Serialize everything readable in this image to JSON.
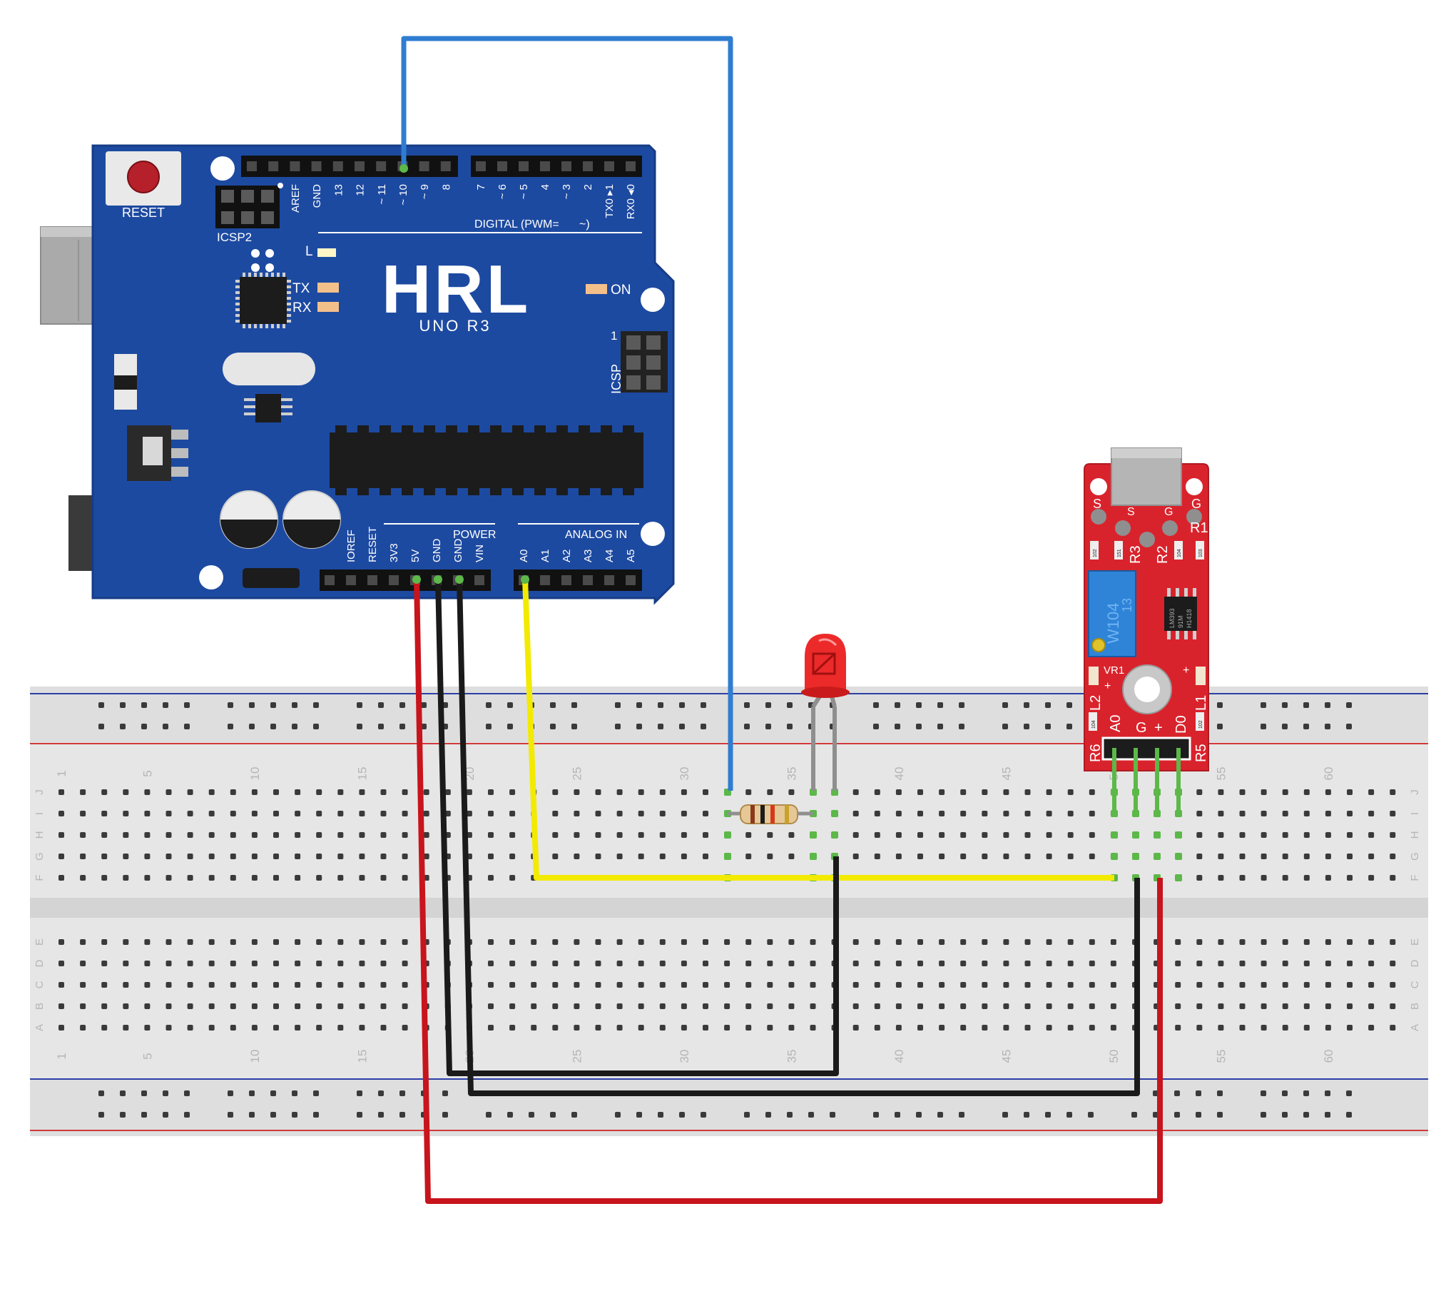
{
  "arduino": {
    "reset_label": "RESET",
    "icsp2_label": "ICSP2",
    "icsp_label": "ICSP",
    "icsp_pin1": "1",
    "digital_label": "DIGITAL (PWM=",
    "digital_tilde": "~)",
    "power_label": "POWER",
    "analog_label": "ANALOG IN",
    "led_l": "L",
    "led_tx": "TX",
    "led_rx": "RX",
    "led_on": "ON",
    "logo_text": "HRL",
    "model": "UNO R3",
    "digital_left_pins": [
      "AREF",
      "GND",
      "13",
      "12",
      "~ 11",
      "~ 10",
      "~ 9",
      "8"
    ],
    "digital_right_pins": [
      "7",
      "~ 6",
      "~ 5",
      "4",
      "~ 3",
      "2",
      "TX0 ▸1",
      "RX0 ◂0"
    ],
    "power_pins": [
      "IOREF",
      "RESET",
      "3V3",
      "5V",
      "GND",
      "GND",
      "VIN"
    ],
    "analog_pins": [
      "A0",
      "A1",
      "A2",
      "A3",
      "A4",
      "A5"
    ]
  },
  "sensor": {
    "top_labels": [
      "S",
      "S",
      "G",
      "G"
    ],
    "resistor_labels": [
      "R1",
      "R2",
      "R3",
      "R5",
      "R6"
    ],
    "smd_codes": [
      "102",
      "151",
      "104",
      "103",
      "104",
      "102"
    ],
    "pot_code": "W104",
    "pot_sub": "13",
    "chip_code": "LM393",
    "chip_sub": "91M",
    "chip_sub2": "H1418",
    "vr_label": "VR1",
    "led_labels": [
      "L2",
      "L1"
    ],
    "pin_labels": [
      "A0",
      "G",
      "+",
      "D0"
    ],
    "plus_sign": "+"
  },
  "breadboard": {
    "column_numbers": [
      "1",
      "5",
      "10",
      "15",
      "20",
      "25",
      "30",
      "35",
      "40",
      "45",
      "50",
      "55",
      "60"
    ],
    "top_rows": [
      "J",
      "I",
      "H",
      "G",
      "F"
    ],
    "bottom_rows": [
      "E",
      "D",
      "C",
      "B",
      "A"
    ]
  },
  "wires": [
    {
      "name": "blue-wire",
      "color": "#2f7dd1"
    },
    {
      "name": "yellow-wire",
      "color": "#f2ea00"
    },
    {
      "name": "red-wire",
      "color": "#c8141c"
    },
    {
      "name": "black-wire",
      "color": "#1a1a1a"
    }
  ]
}
